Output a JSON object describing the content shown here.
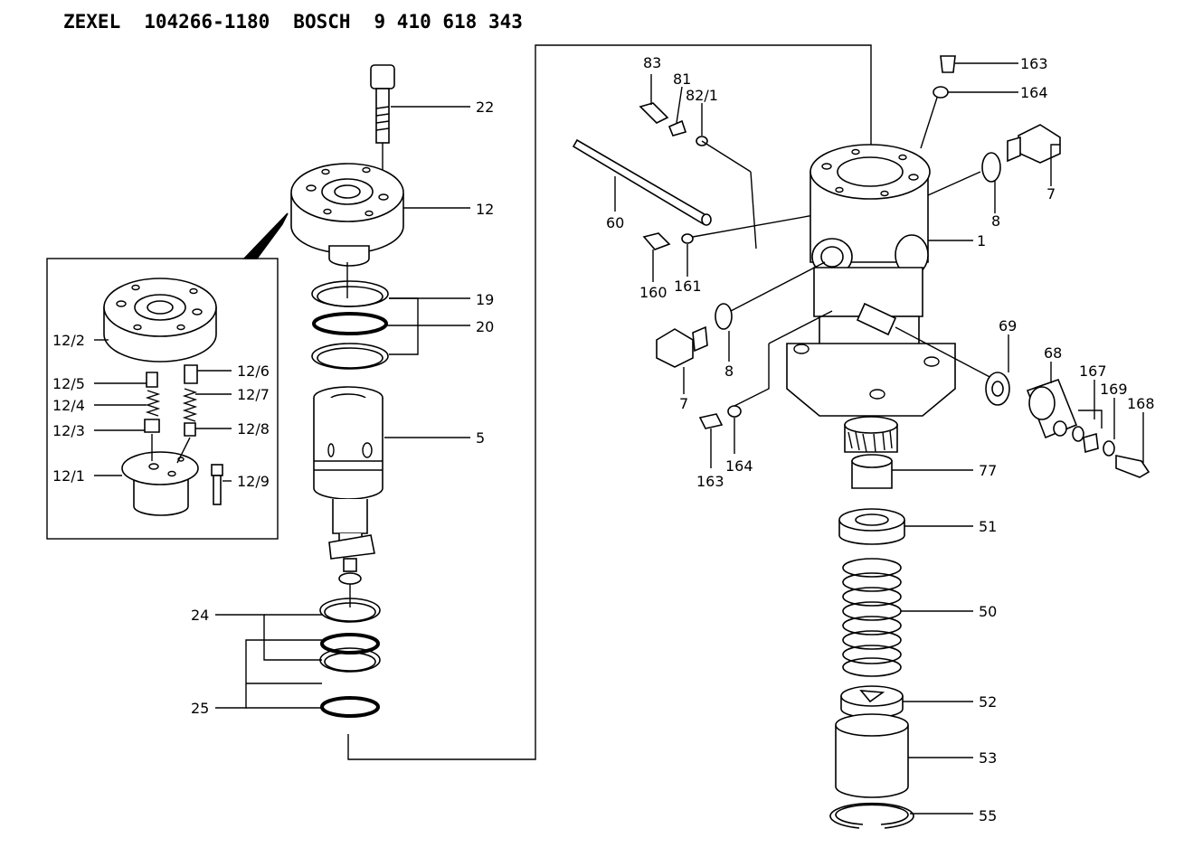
{
  "header": {
    "maker1": "ZEXEL",
    "part1": "104266-1180",
    "maker2": "BOSCH",
    "part2": "9 410 618 343"
  },
  "callouts": {
    "c22": "22",
    "c12": "12",
    "c19": "19",
    "c20": "20",
    "c5": "5",
    "c24": "24",
    "c25": "25",
    "c12_2": "12/2",
    "c12_5": "12/5",
    "c12_4": "12/4",
    "c12_3": "12/3",
    "c12_1": "12/1",
    "c12_6": "12/6",
    "c12_7": "12/7",
    "c12_8": "12/8",
    "c12_9": "12/9",
    "c83": "83",
    "c81": "81",
    "c82_1": "82/1",
    "c60": "60",
    "c160": "160",
    "c161": "161",
    "c8a": "8",
    "c7a": "7",
    "c163a": "163",
    "c164a": "164",
    "c163b": "163",
    "c164b": "164",
    "c7b": "7",
    "c8b": "8",
    "c1": "1",
    "c69": "69",
    "c68": "68",
    "c167": "167",
    "c169": "169",
    "c168": "168",
    "c77": "77",
    "c51": "51",
    "c50": "50",
    "c52": "52",
    "c53": "53",
    "c55": "55"
  }
}
